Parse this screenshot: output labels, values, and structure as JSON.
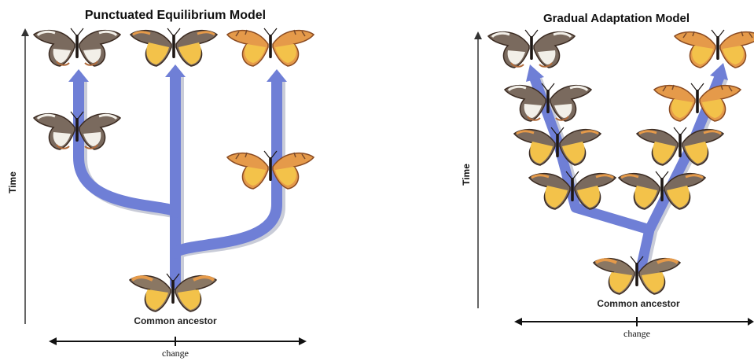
{
  "colors": {
    "branch": "#6f7fd6",
    "branch_shadow": "#c9ccd8",
    "axis": "#333333",
    "wing_brown": "#7a6a5e",
    "wing_orange": "#e59a4a",
    "wing_yellow": "#f3c24a",
    "wing_white": "#f2efe8",
    "wing_edge": "#3b2b22"
  },
  "left_panel": {
    "title": "Punctuated Equilibrium Model",
    "y_axis_label": "Time",
    "x_axis_label": "change",
    "ancestor_label": "Common ancestor"
  },
  "right_panel": {
    "title": "Gradual Adaptation Model",
    "y_axis_label": "Time",
    "x_axis_label": "change",
    "ancestor_label": "Common ancestor"
  },
  "butterfly_styles": {
    "brown_white": "brown-white-butterfly",
    "yellow_brown": "yellow-brown-butterfly",
    "orange": "orange-butterfly",
    "ancestor": "ancestor-butterfly"
  }
}
